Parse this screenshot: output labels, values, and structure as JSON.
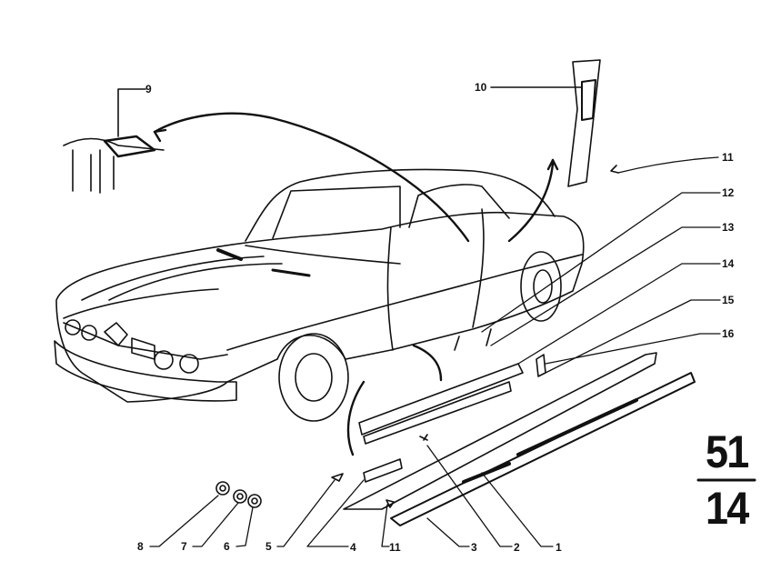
{
  "diagram": {
    "group_number": "51",
    "page_number": "14",
    "callouts": {
      "c9": "9",
      "c10": "10",
      "c11a": "11",
      "c12": "12",
      "c13": "13",
      "c14": "14",
      "c15": "15",
      "c16": "16",
      "c8": "8",
      "c7": "7",
      "c6": "6",
      "c5": "5",
      "c4": "4",
      "c11b": "11",
      "c3": "3",
      "c2": "2",
      "c1": "1"
    },
    "ink_color": "#111111"
  }
}
